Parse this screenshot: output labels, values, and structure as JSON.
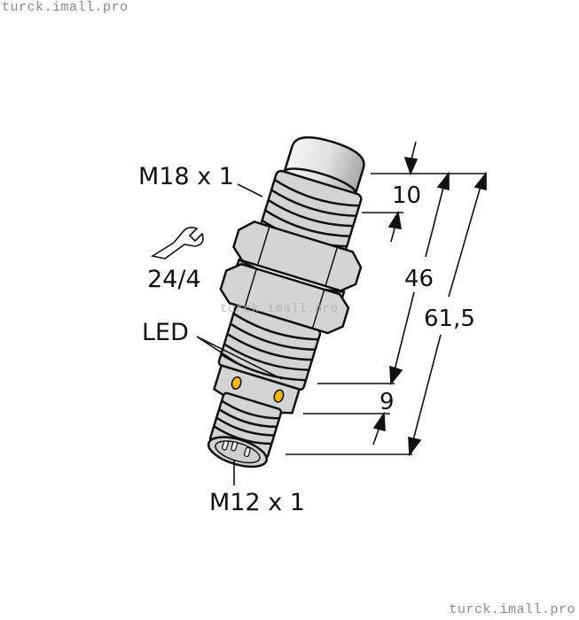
{
  "watermarks": {
    "top_left": "turck.imall.pro",
    "bottom_right": "turck.imall.pro",
    "center": "turck.imall.pro"
  },
  "labels": {
    "thread_main": "M18 x 1",
    "wrench": "24/4",
    "led": "LED",
    "connector": "M12 x 1"
  },
  "dimensions": {
    "sensing_face": "10",
    "body_length": "46",
    "total_length": "61,5",
    "connector_length": "9"
  },
  "colors": {
    "body": "#d4d4d4",
    "outline": "#111111",
    "led": "#f2b705",
    "watermark": "#8a8a8a"
  }
}
